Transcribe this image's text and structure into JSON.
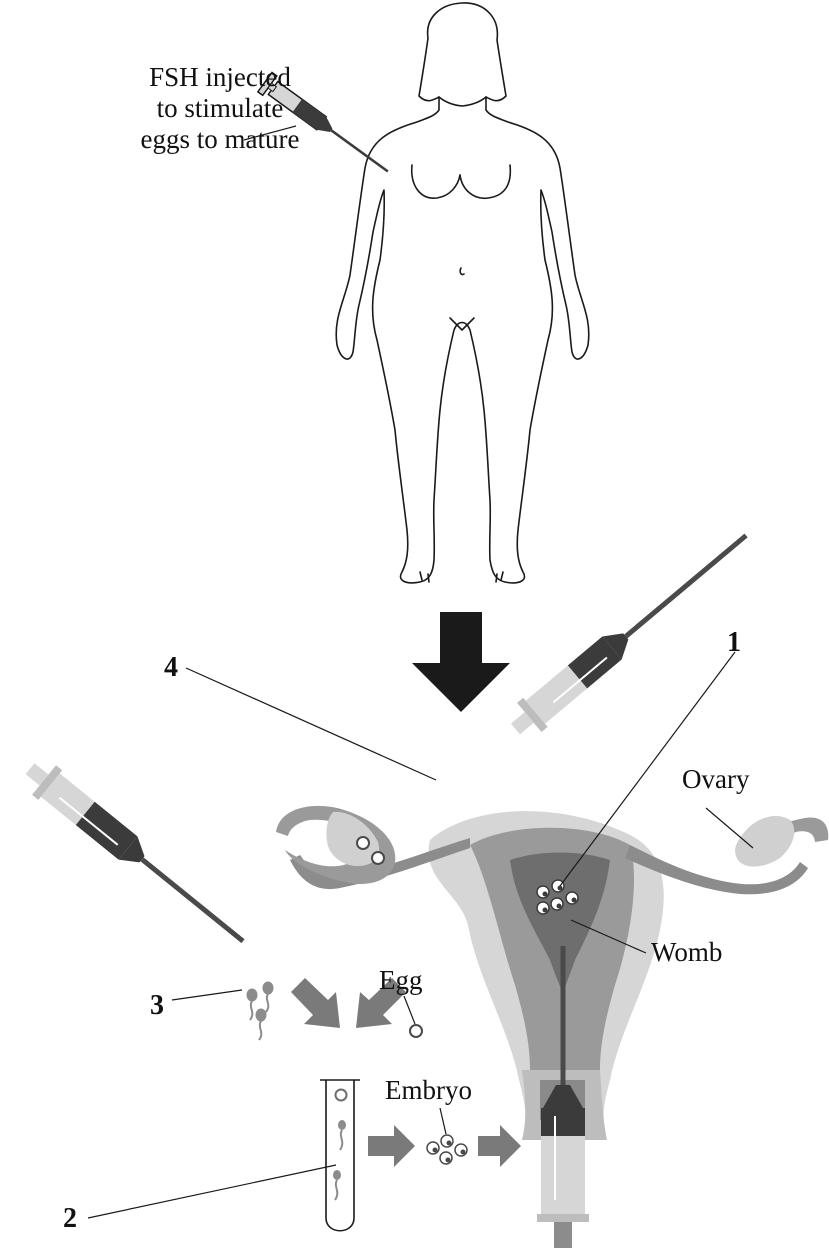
{
  "labels": {
    "fsh_line1": "FSH injected",
    "fsh_line2": "to stimulate",
    "fsh_line3": "eggs to mature",
    "ovary": "Ovary",
    "womb": "Womb",
    "egg": "Egg",
    "embryo": "Embryo",
    "n1": "1",
    "n2": "2",
    "n3": "3",
    "n4": "4"
  },
  "colors": {
    "ink": "#1a1a1a",
    "dark_fill": "#3b3b3b",
    "mid_grey": "#8c8c8c",
    "light_grey": "#b9b9b9",
    "pale_grey": "#d6d6d6",
    "arrow_grey": "#7a7a7a"
  }
}
